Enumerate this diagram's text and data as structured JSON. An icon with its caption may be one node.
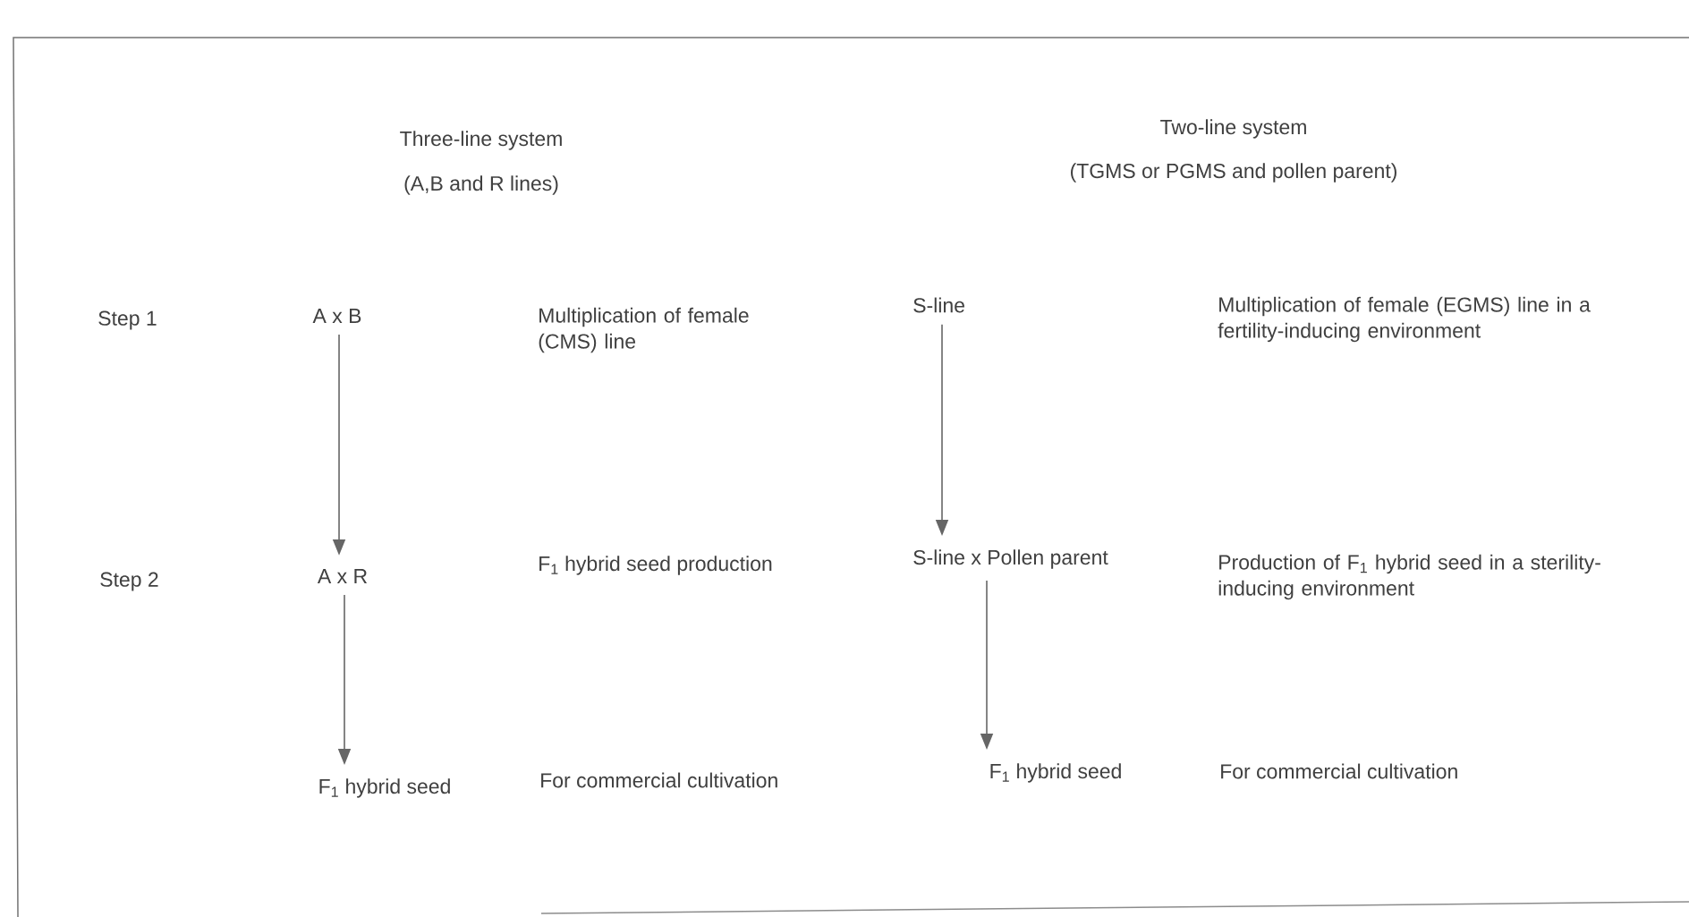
{
  "diagram": {
    "nodes": [
      {
        "text": [
          "A x B"
        ]
      },
      {
        "text": [
          "A x R"
        ]
      },
      {
        "text": [
          "F$_{1}$ hybrid seed"
        ]
      },
      {
        "text": [
          "S-line"
        ]
      },
      {
        "text": [
          "S-line x Pollen parent"
        ]
      },
      {
        "text": [
          "F$_{1}$ hybrid seed"
        ]
      }
    ],
    "edges": [
      {
        "from": 0,
        "to": 1,
        "arrow": "to"
      },
      {
        "from": 1,
        "to": 2,
        "arrow": "to"
      },
      {
        "from": 3,
        "to": 4,
        "arrow": "to"
      },
      {
        "from": 4,
        "to": 5,
        "arrow": "to"
      }
    ],
    "labels": [
      "Three-line system",
      "(A,B and R lines)",
      "Two-line system",
      "(TGMS or PGMS and pollen parent)",
      "Step 1",
      "Multiplication of female (CMS) line",
      "Multiplication of female (EGMS) line in a fertility-inducing environment",
      "Step 2",
      "F$_{1}$ hybrid seed production",
      "Production of F$_{1}$ hybrid seed in a sterility-inducing environment",
      "For commercial cultivation",
      "For commercial cultivation"
    ]
  }
}
